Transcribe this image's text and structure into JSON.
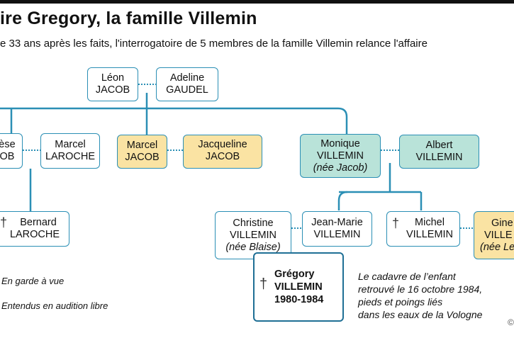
{
  "header": {
    "title": "ire Gregory, la famille Villemin",
    "subtitle": "e 33 ans après les faits, l'interrogatoire de 5 membres de la famille Villemin relance l'affaire"
  },
  "colors": {
    "border": "#2b8fb5",
    "custody": "#fae3a3",
    "hearing": "#b9e3d9",
    "line": "#2b8fb5"
  },
  "people": {
    "leon": {
      "first": "Léon",
      "last": "JACOB"
    },
    "adeline": {
      "first": "Adeline",
      "last": "GAUDEL"
    },
    "therese": {
      "first": "èse",
      "last": "OB"
    },
    "marcel_laroche": {
      "first": "Marcel",
      "last": "LAROCHE"
    },
    "marcel_jacob": {
      "first": "Marcel",
      "last": "JACOB"
    },
    "jacqueline": {
      "first": "Jacqueline",
      "last": "JACOB"
    },
    "monique": {
      "first": "Monique",
      "last": "VILLEMIN",
      "note": "(née Jacob)"
    },
    "albert": {
      "first": "Albert",
      "last": "VILLEMIN"
    },
    "bernard": {
      "first": "Bernard",
      "last": "LAROCHE"
    },
    "christine": {
      "first": "Christine",
      "last": "VILLEMIN",
      "note": "(née Blaise)"
    },
    "jeanmarie": {
      "first": "Jean-Marie",
      "last": "VILLEMIN"
    },
    "michel": {
      "first": "Michel",
      "last": "VILLEMIN"
    },
    "ginette": {
      "first": "Gine",
      "last": "VILLE",
      "note": "(née Le"
    },
    "gregory": {
      "first": "Grégory",
      "last": "VILLEMIN",
      "years": "1980-1984"
    }
  },
  "symbols": {
    "deceased": "†"
  },
  "legend": {
    "custody": "En garde à vue",
    "hearing": "Entendus en audition libre"
  },
  "note": [
    "Le cadavre de l’enfant",
    "retrouvé le 16 octobre 1984,",
    "pieds et poings liés",
    "dans les eaux de la Vologne"
  ],
  "copyright": "©"
}
